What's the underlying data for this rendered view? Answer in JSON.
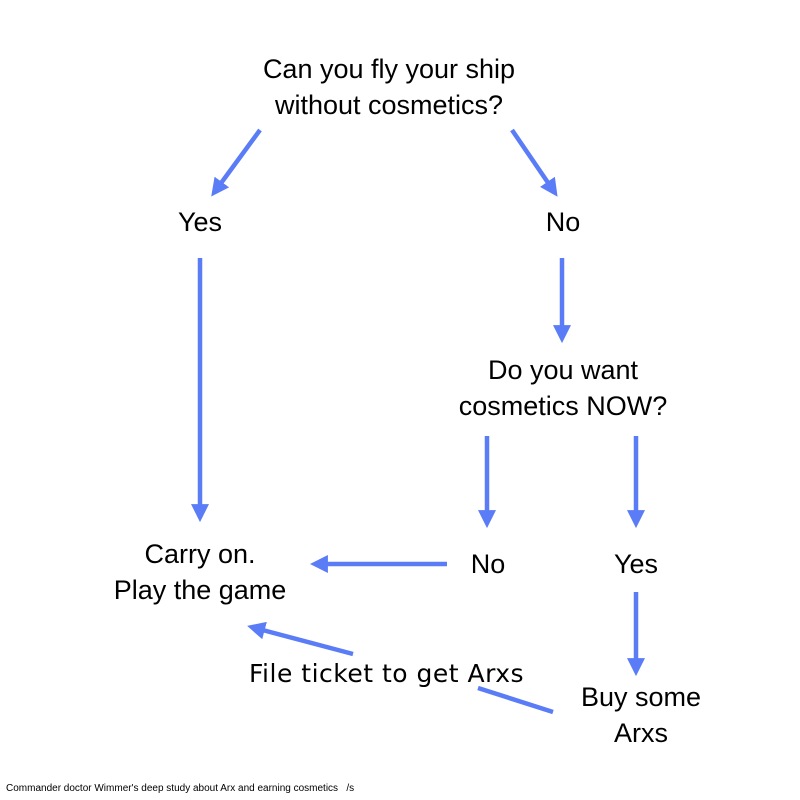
{
  "colors": {
    "arrow": "#5a7cf6",
    "text": "#000000",
    "background": "#ffffff"
  },
  "nodes": {
    "root_question": {
      "lines": [
        "Can you fly your ship",
        "without cosmetics?"
      ]
    },
    "answer_yes_top": {
      "text": "Yes"
    },
    "answer_no_top": {
      "text": "No"
    },
    "second_question": {
      "lines": [
        "Do you want",
        "cosmetics NOW?"
      ]
    },
    "answer_no_bottom": {
      "text": "No"
    },
    "answer_yes_bottom": {
      "text": "Yes"
    },
    "carry_on": {
      "lines": [
        "Carry on.",
        "Play the game"
      ]
    },
    "buy_arxs": {
      "lines": [
        "Buy some",
        "Arxs"
      ]
    }
  },
  "edge_label": {
    "text": "File ticket to get Arxs"
  },
  "footer": {
    "text": "Commander doctor Wimmer's deep study about Arx and earning cosmetics   /s"
  }
}
